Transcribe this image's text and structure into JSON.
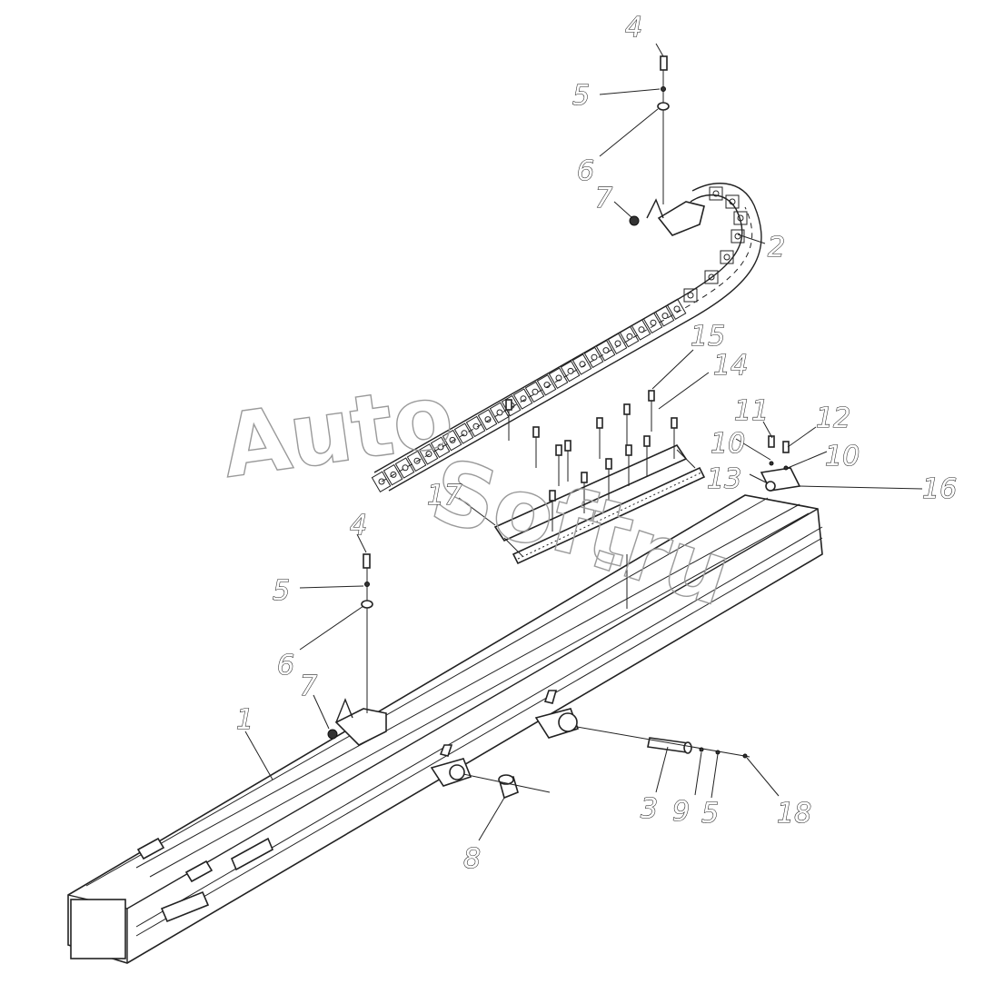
{
  "watermark": {
    "line1": "Auto",
    "line2": "Soft",
    "line3": ".ru"
  },
  "callouts": [
    {
      "id": "c4a",
      "text": "4"
    },
    {
      "id": "c5a",
      "text": "5"
    },
    {
      "id": "c6a",
      "text": "6"
    },
    {
      "id": "c7a",
      "text": "7"
    },
    {
      "id": "c2",
      "text": "2"
    },
    {
      "id": "c15",
      "text": "15"
    },
    {
      "id": "c14",
      "text": "14"
    },
    {
      "id": "c11",
      "text": "11"
    },
    {
      "id": "c12",
      "text": "12"
    },
    {
      "id": "c10a",
      "text": "10"
    },
    {
      "id": "c10b",
      "text": "10"
    },
    {
      "id": "c13",
      "text": "13"
    },
    {
      "id": "c16",
      "text": "16"
    },
    {
      "id": "c17",
      "text": "17"
    },
    {
      "id": "c4b",
      "text": "4"
    },
    {
      "id": "c5b",
      "text": "5"
    },
    {
      "id": "c6b",
      "text": "6"
    },
    {
      "id": "c7b",
      "text": "7"
    },
    {
      "id": "c1",
      "text": "1"
    },
    {
      "id": "c3",
      "text": "3"
    },
    {
      "id": "c9",
      "text": "9"
    },
    {
      "id": "c5c",
      "text": "5"
    },
    {
      "id": "c18",
      "text": "18"
    },
    {
      "id": "c8",
      "text": "8"
    }
  ]
}
